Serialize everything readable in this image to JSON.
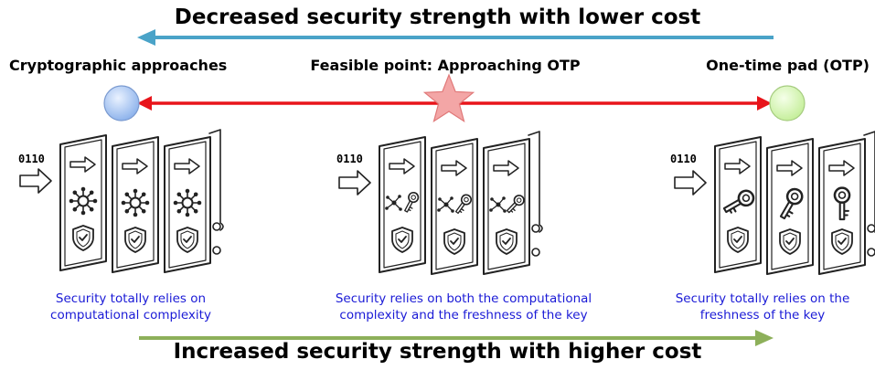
{
  "top_arrow": {
    "title": "Decreased security strength with lower cost",
    "color": "#4aa3c8"
  },
  "bottom_arrow": {
    "title": "Increased security strength with higher cost",
    "color": "#8db05a"
  },
  "spectrum": {
    "color": "#e8141a",
    "left_node": {
      "label": "Cryptographic approaches",
      "color": "#8fb4ec"
    },
    "middle_node": {
      "label": "Feasible point: Approaching OTP",
      "color": "#f3a6a6"
    },
    "right_node": {
      "label": "One-time pad (OTP)",
      "color": "#c6ef9c"
    }
  },
  "groups": [
    {
      "input_bits": "0110",
      "icon": "network-gear-icon",
      "caption_line1": "Security totally relies on",
      "caption_line2": "computational complexity"
    },
    {
      "input_bits": "0110",
      "icon": "network-plus-key-icon",
      "caption_line1": "Security relies on both the computational",
      "caption_line2": "complexity and the freshness of the key"
    },
    {
      "input_bits": "0110",
      "icon": "key-icon",
      "caption_line1": "Security totally relies on the",
      "caption_line2": "freshness of the key"
    }
  ],
  "caption_color": "#1a1ad6"
}
